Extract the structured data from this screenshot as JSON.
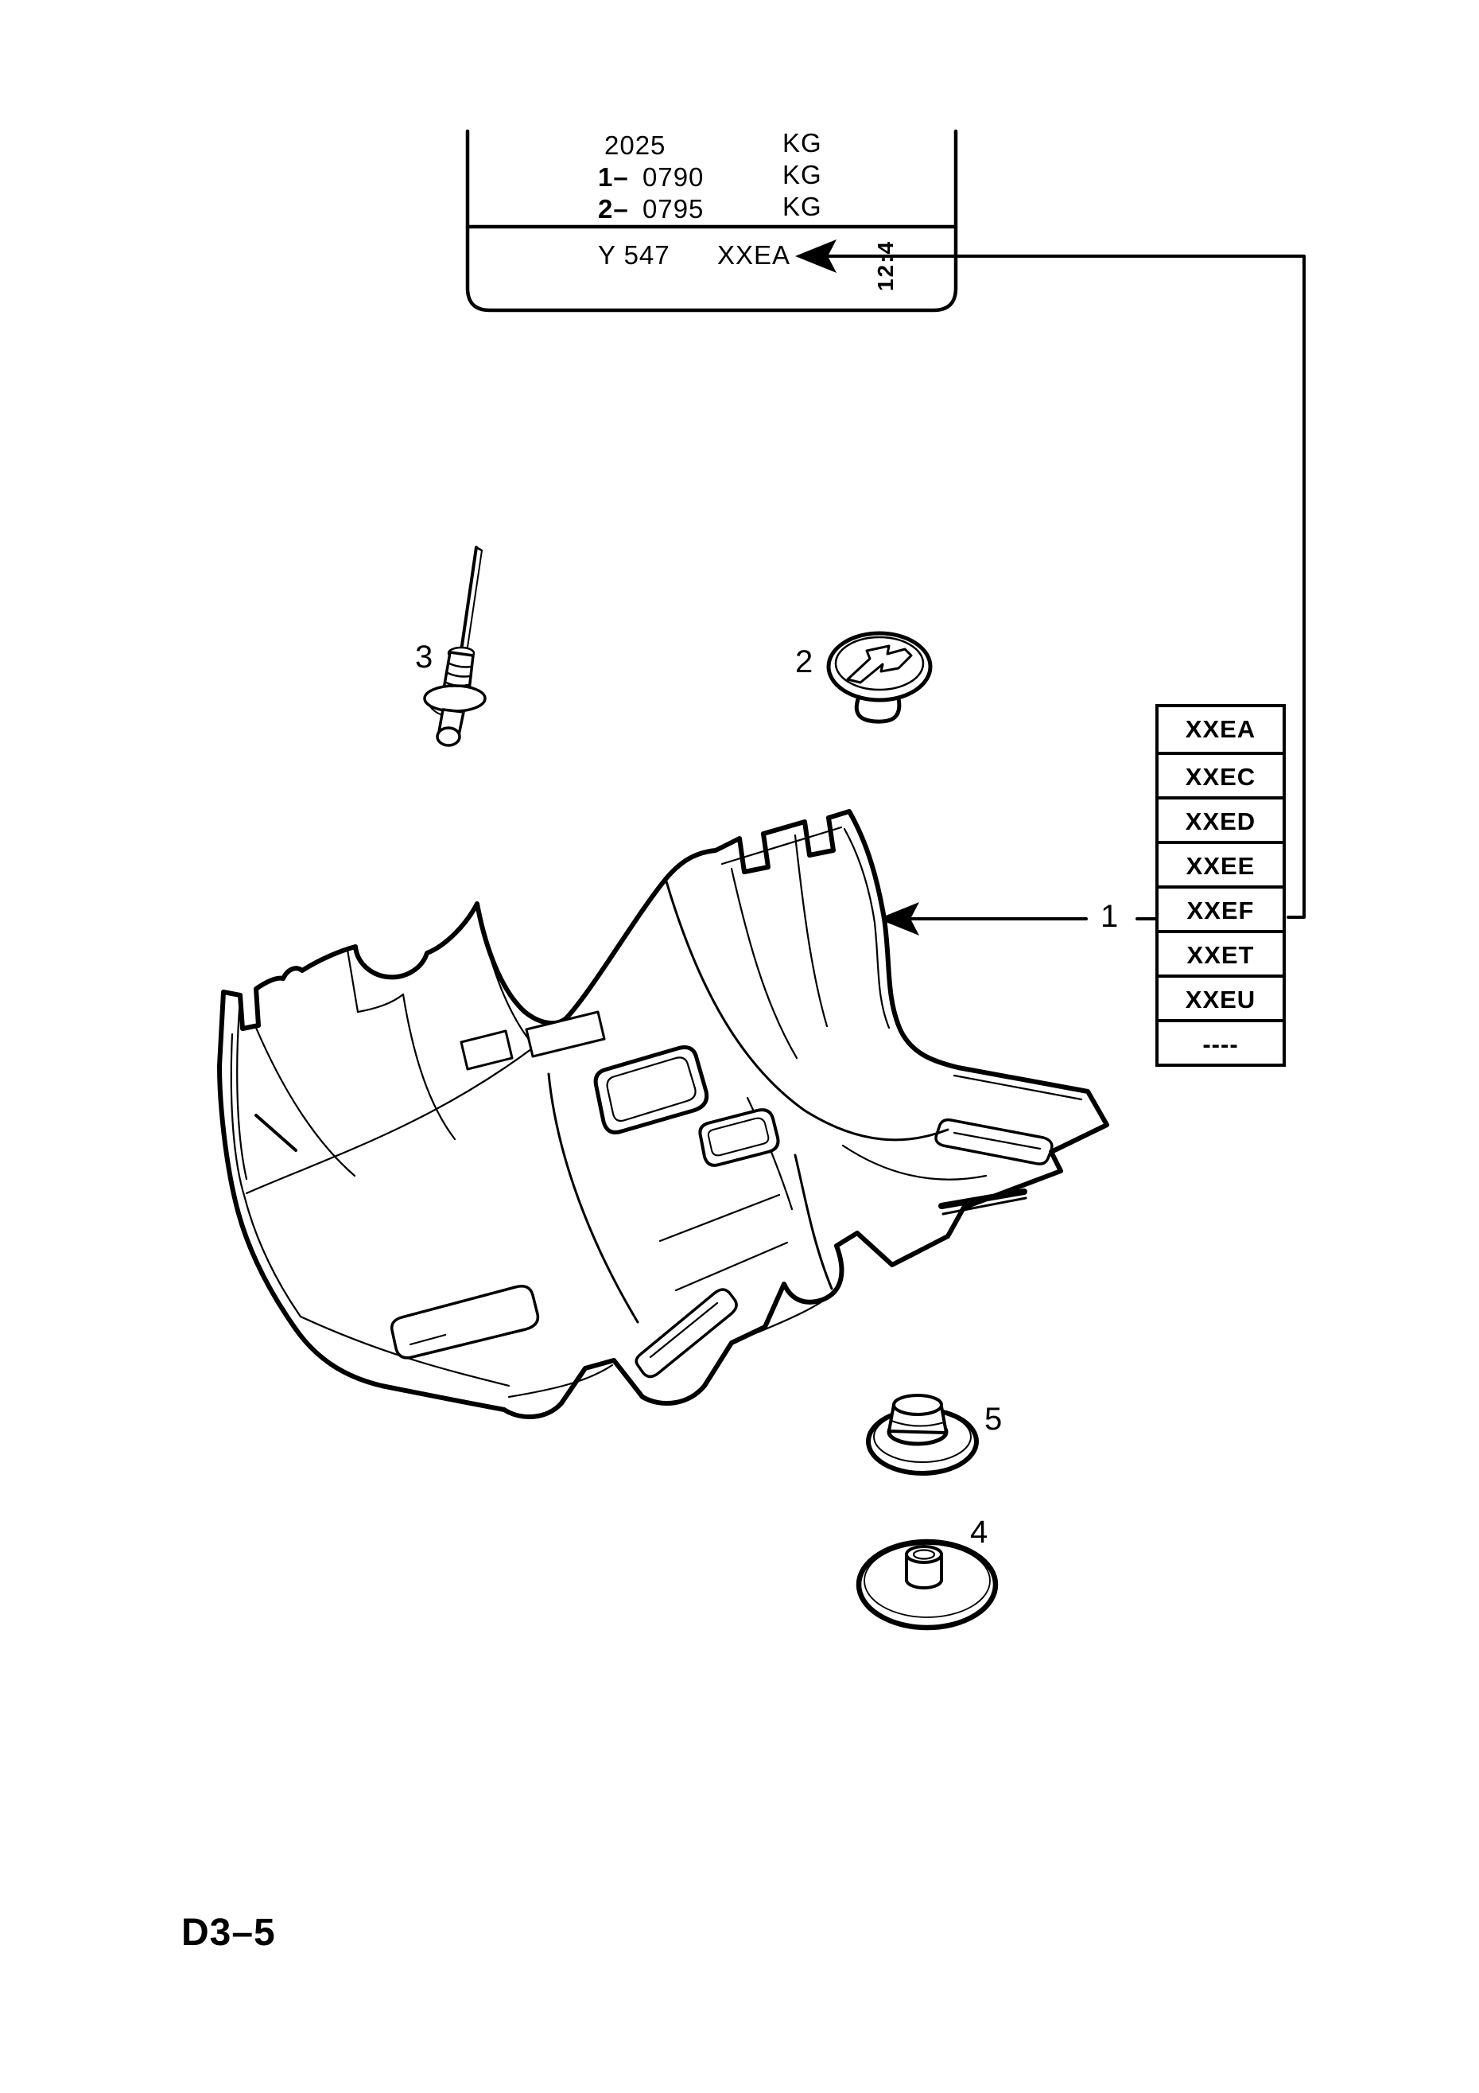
{
  "plate": {
    "rows": [
      {
        "prefix": "",
        "value": "2025",
        "unit": "KG"
      },
      {
        "prefix": "1–",
        "value": "0790",
        "unit": "KG"
      },
      {
        "prefix": "2–",
        "value": "0795",
        "unit": "KG"
      }
    ],
    "model_row": {
      "model": "Y 547",
      "code": "XXEA"
    },
    "section_ref": "12:4"
  },
  "variant_table": {
    "codes": [
      "XXEA",
      "XXEC",
      "XXED",
      "XXEE",
      "XXEF",
      "XXET",
      "XXEU",
      "----"
    ]
  },
  "callouts": {
    "carpet": "1",
    "clip": "2",
    "screw": "3",
    "disc": "4",
    "grommet": "5"
  },
  "page": {
    "code": "D3–5"
  }
}
